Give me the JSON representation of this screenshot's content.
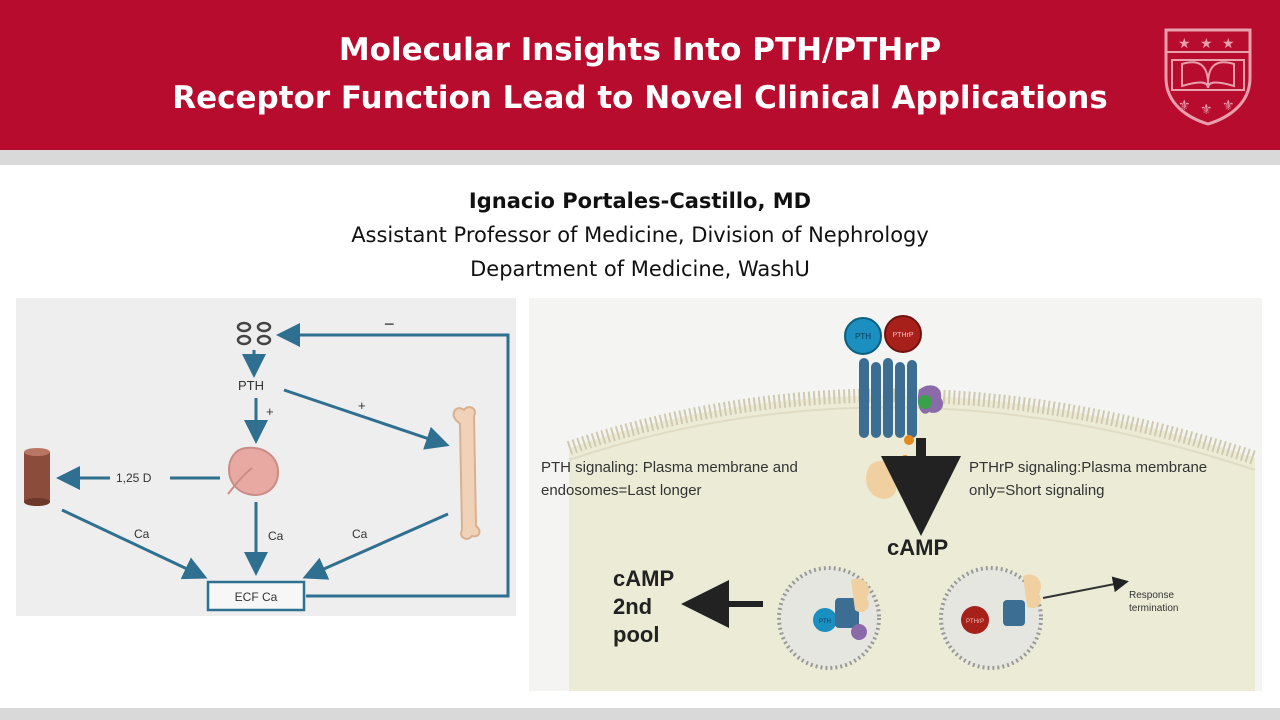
{
  "header": {
    "title_line1": "Molecular Insights Into PTH/PTHrP",
    "title_line2": "Receptor Function Lead to Novel Clinical Applications",
    "brand_color": "#b80c2e"
  },
  "speaker": {
    "name": "Ignacio Portales-Castillo, MD",
    "title": "Assistant Professor of Medicine, Division of Nephrology",
    "department": "Department of Medicine, WashU"
  },
  "left_diagram": {
    "pth": "PTH",
    "plus1": "+",
    "plus2": "+",
    "minus": "−",
    "vitd": "1,25 D",
    "ca_left": "Ca",
    "ca_mid": "Ca",
    "ca_right": "Ca",
    "ecf": "ECF Ca",
    "arrow_color": "#2f6f8f"
  },
  "right_diagram": {
    "pth_ball": "PTH",
    "pthrp_ball": "PTHrP",
    "pth_sig_line1": "PTH signaling: Plasma membrane and",
    "pth_sig_line2": "endosomes=Last longer",
    "pthrp_sig_line1": "PTHrP signaling:Plasma membrane",
    "pthrp_sig_line2": "only=Short signaling",
    "camp": "cAMP",
    "camp2_line1": "cAMP",
    "camp2_line2": "2nd",
    "camp2_line3": "pool",
    "resp_line1": "Response",
    "resp_line2": "termination",
    "endo_pth": "PTH",
    "endo_pthrp": "PTHrP",
    "pth_color": "#1a8fc0",
    "pthrp_color": "#a8201a"
  }
}
